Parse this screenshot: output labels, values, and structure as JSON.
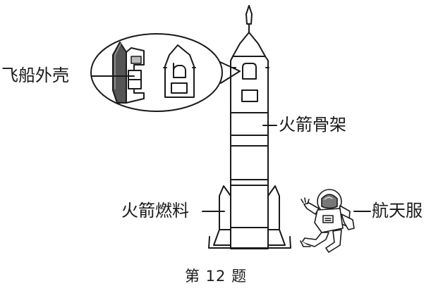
{
  "labels": {
    "shell": "飞船外壳",
    "frame": "火箭骨架",
    "fuel": "火箭燃料",
    "suit": "航天服"
  },
  "caption": "第 12 题"
}
